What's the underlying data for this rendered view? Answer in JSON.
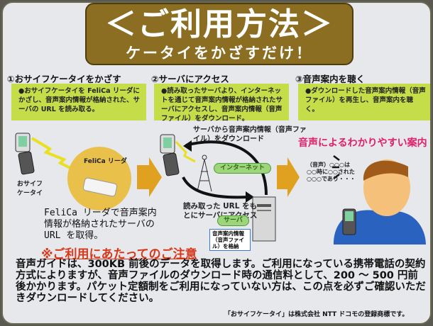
{
  "header": {
    "title": "＜ご利用方法＞",
    "subtitle": "ケータイをかざすだけ！"
  },
  "steps": [
    {
      "heading": "①おサイフケータイをかざす",
      "text": "●おサイフケータイを FeliCa リーダにかざし、音声案内情報が格納された、サーバの URL を読み取る。"
    },
    {
      "heading": "②サーバにアクセス",
      "text": "●読み取ったサーバより、インターネットを通じて音声案内情報が格納されたサーバにアクセスし、音声案内情報（音声ファイル）をダウンロード。"
    },
    {
      "heading": "③音声案内を聴く",
      "text": "●ダウンロードした音声案内情報（音声ファイル）を再生し、音声案内を聴く。"
    }
  ],
  "diagram": {
    "phone_label": "おサイフケータイ",
    "reader_label": "FeliCa リーダ",
    "reader_caption": "FeliCa リーダで音声案内情報が格納されたサーバの URL を取得。",
    "download_label": "サーバから音声案内情報（音声ファイル）をダウンロード",
    "internet_label": "インターネット",
    "access_label": "読み取った URL をもとにサーバにアクセス",
    "server_label": "サーバ",
    "server_box": "音声案内情報（音声ファイル）を格納",
    "voice_heading": "音声によるわかりやすい案内",
    "speech": "（音声）○○○は○○時に○○された○○○であり・・・"
  },
  "notice": {
    "heading": "※ご利用にあたってのご注意",
    "body": "音声ガイドは、300KB 前後のデータを取得します。ご利用になっている携帯電話の契約方式によりますが、音声ファイルのダウンロード時の通信料として、200 ～ 500 円前後かかります。パケット定額制をご利用になっていない方は、この点を必ずご確認いただきダウンロードしてください。",
    "trademark": "「おサイフケータイ」は株式会社 NTT ドコモの登録商標です。"
  },
  "colors": {
    "title_bg": "#8c6e22",
    "step_box": "#c6dd4a",
    "accent_pink": "#e0206a",
    "notice_red": "#d8381a",
    "arrow": "#e0a020"
  }
}
